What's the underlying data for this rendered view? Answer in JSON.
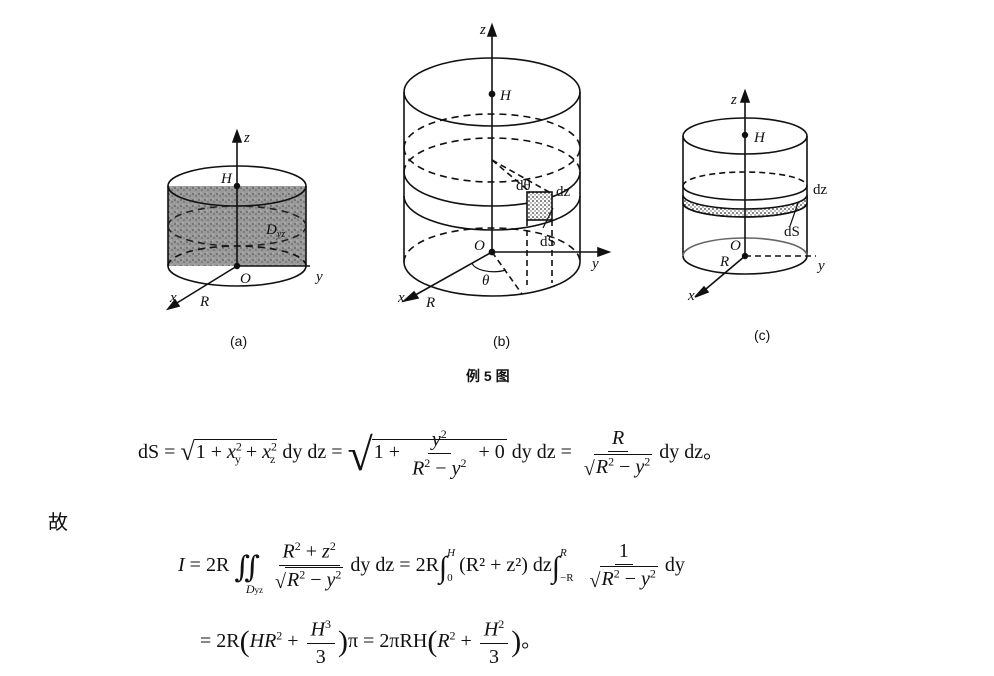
{
  "figures": {
    "a": {
      "caption": "(a)",
      "labels": {
        "z": "z",
        "H": "H",
        "D": "D",
        "D_sub": "yz",
        "O": "O",
        "y": "y",
        "x": "x",
        "R": "R"
      }
    },
    "b": {
      "caption": "(b)",
      "labels": {
        "z": "z",
        "H": "H",
        "dtheta": "dθ",
        "dz": "dz",
        "O": "O",
        "dS": "dS",
        "y": "y",
        "theta": "θ",
        "x": "x",
        "R": "R"
      }
    },
    "c": {
      "caption": "(c)",
      "labels": {
        "z": "z",
        "H": "H",
        "dz": "dz",
        "dS": "dS",
        "O": "O",
        "R": "R",
        "y": "y",
        "x": "x"
      }
    }
  },
  "figure_title": "例 5 图",
  "text": {
    "gu": "故"
  },
  "equations": {
    "dS_lhs": "dS",
    "eq": "=",
    "one_plus": "1 + ",
    "dydz": "dy dz",
    "plus_zero": " + 0",
    "R": "R",
    "period": "。",
    "I": "I",
    "two_R": "2R",
    "D_yz": "D",
    "yz": "yz",
    "R2_plus_z2": "(R² + z²)",
    "H": "H",
    "zero": "0",
    "R_up": "R",
    "neg_R": "−R",
    "one": "1",
    "dy": "dy",
    "dz": "dz",
    "pi": "π",
    "three": "3",
    "two_pi_RH": "2πRH"
  }
}
